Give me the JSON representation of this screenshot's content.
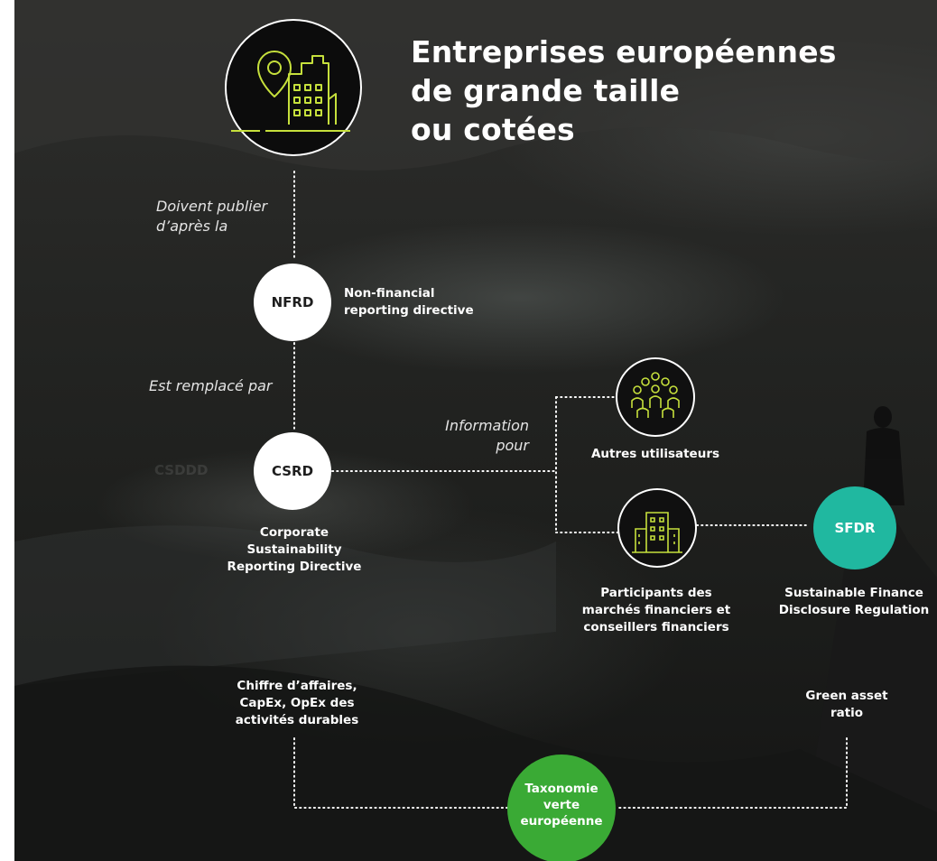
{
  "title": "Entreprises européennes\nde grande taille\nou cotées",
  "edge_labels": {
    "publish": "Doivent publier\nd’après la",
    "replaced": "Est remplacé par",
    "info": "Information\npour"
  },
  "nodes": {
    "nfrd": {
      "abbr": "NFRD",
      "desc": "Non-financial\nreporting directive"
    },
    "csrd": {
      "abbr": "CSRD",
      "desc": "Corporate\nSustainability\nReporting Directive"
    },
    "csddd": {
      "abbr": "CSDDD"
    },
    "autres": {
      "label": "Autres utilisateurs"
    },
    "participants": {
      "label": "Participants des\nmarchés financiers et\nconseillers financiers"
    },
    "sfdr": {
      "abbr": "SFDR",
      "desc": "Sustainable Finance\nDisclosure Regulation"
    },
    "kpi_left": {
      "label": "Chiffre d’affaires,\nCapEx, OpEx des\nactivités durables"
    },
    "kpi_right": {
      "label": "Green asset\nratio"
    },
    "taxonomie": {
      "label": "Taxonomie\nverte\neuropéenne"
    }
  },
  "colors": {
    "accent_lime": "#c6e03c",
    "teal": "#20b8a0",
    "green": "#3aaa35",
    "white": "#ffffff"
  },
  "icons": {
    "entreprise": "city-location-icon",
    "autres": "people-group-icon",
    "participants": "building-icon"
  }
}
